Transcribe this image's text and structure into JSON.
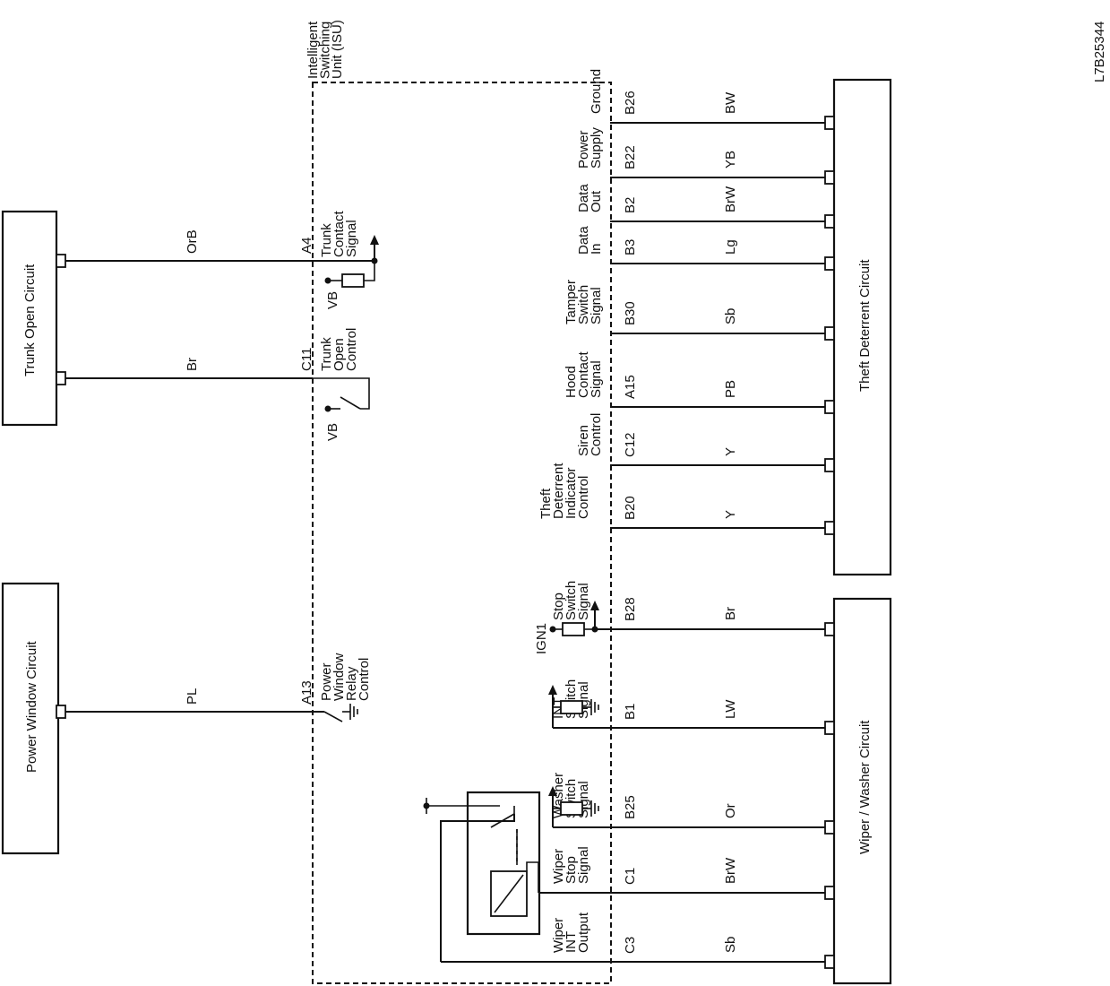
{
  "figure_id": "L7B25344",
  "isu_label": [
    "Intelligent",
    "Switching",
    "Unit (ISU)"
  ],
  "components": {
    "trunk_open": "Trunk Open Circuit",
    "power_window": "Power Window Circuit",
    "theft_deterrent": "Theft Deterrent Circuit",
    "wiper_washer": "Wiper / Washer Circuit"
  },
  "left_wires": [
    {
      "id": "trunk-contact",
      "pin": "A4",
      "color": "OrB",
      "function": [
        "Trunk",
        "Contact",
        "Signal"
      ]
    },
    {
      "id": "trunk-open",
      "pin": "C11",
      "color": "Br",
      "function": [
        "Trunk",
        "Open",
        "Control"
      ]
    },
    {
      "id": "power-window",
      "pin": "A13",
      "color": "PL",
      "function": [
        "Power",
        "Window",
        "Relay",
        "Control"
      ]
    }
  ],
  "right_wires": [
    {
      "id": "ground",
      "pin": "B26",
      "color": "BW",
      "function": [
        "Ground"
      ]
    },
    {
      "id": "power-supply",
      "pin": "B22",
      "color": "YB",
      "function": [
        "Power",
        "Supply"
      ]
    },
    {
      "id": "data-out",
      "pin": "B2",
      "color": "BrW",
      "function": [
        "Data",
        "Out"
      ]
    },
    {
      "id": "data-in",
      "pin": "B3",
      "color": "Lg",
      "function": [
        "Data",
        "In"
      ]
    },
    {
      "id": "tamper-switch",
      "pin": "B30",
      "color": "Sb",
      "function": [
        "Tamper",
        "Switch",
        "Signal"
      ]
    },
    {
      "id": "hood-contact",
      "pin": "A15",
      "color": "PB",
      "function": [
        "Hood",
        "Contact",
        "Signal"
      ]
    },
    {
      "id": "siren-control",
      "pin": "C12",
      "color": "Y",
      "function": [
        "Siren",
        "Control"
      ]
    },
    {
      "id": "theft-indicator",
      "pin": "B20",
      "color": "Y",
      "function": [
        "Theft",
        "Deterrent",
        "Indicator",
        "Control"
      ]
    },
    {
      "id": "stop-switch",
      "pin": "B28",
      "color": "Br",
      "function": [
        "Stop",
        "Switch",
        "Signal"
      ]
    },
    {
      "id": "int-switch",
      "pin": "B1",
      "color": "LW",
      "function": [
        "INT",
        "Switch",
        "Signal"
      ]
    },
    {
      "id": "washer-switch",
      "pin": "B25",
      "color": "Or",
      "function": [
        "Washer",
        "Switch",
        "Signal"
      ]
    },
    {
      "id": "wiper-stop",
      "pin": "C1",
      "color": "BrW",
      "function": [
        "Wiper",
        "Stop",
        "Signal"
      ]
    },
    {
      "id": "wiper-int-output",
      "pin": "C3",
      "color": "Sb",
      "function": [
        "Wiper",
        "INT",
        "Output"
      ]
    }
  ],
  "supply_labels": {
    "vb": "VB",
    "ign1": "IGN1"
  }
}
